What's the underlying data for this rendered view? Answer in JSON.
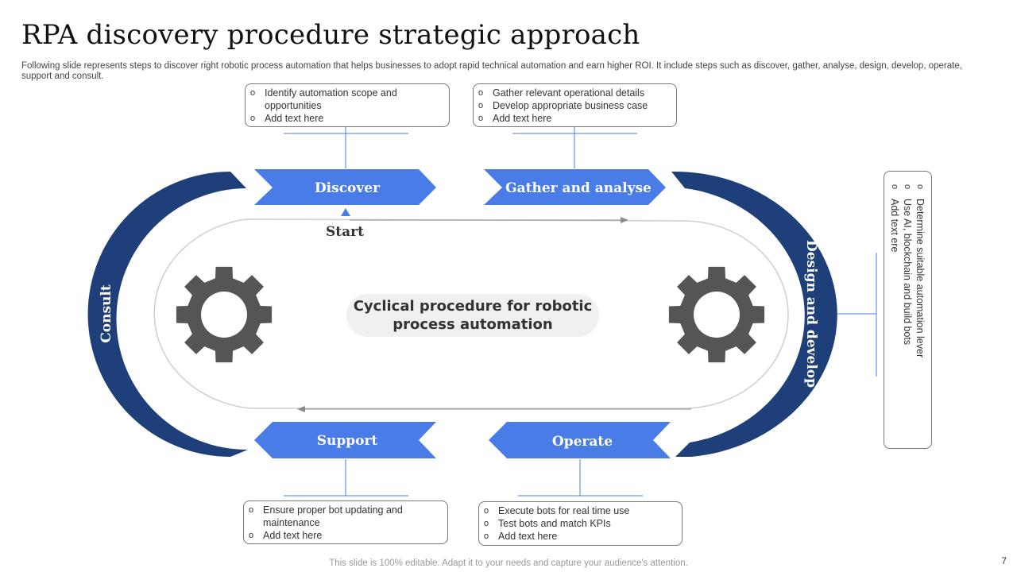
{
  "header": {
    "title": "RPA discovery procedure strategic approach",
    "subtitle": "Following slide represents steps to discover right robotic process automation that helps businesses to adopt rapid technical automation and earn higher ROI. It include steps such as discover, gather, analyse, design, develop, operate, support and consult."
  },
  "steps": {
    "discover": "Discover",
    "gather": "Gather and analyse",
    "design": "Design and develop",
    "operate": "Operate",
    "support": "Support",
    "consult": "Consult",
    "start": "Start"
  },
  "center_label": "Cyclical procedure for robotic process automation",
  "boxes": {
    "discover": [
      "Identify automation scope and opportunities",
      "Add text here"
    ],
    "gather": [
      "Gather relevant  operational details",
      "Develop  appropriate  business case",
      "Add text here"
    ],
    "design": [
      "Determine  suitable automation lever",
      "Use AI, blockchain and build bots",
      "Add text ere"
    ],
    "support": [
      "Ensure proper bot updating and maintenance",
      "Add text here"
    ],
    "operate": [
      "Execute bots for real time use",
      "Test bots and match KPIs",
      "Add text here"
    ]
  },
  "colors": {
    "dark_blue": "#1f3f7a",
    "light_blue": "#4a7ce8",
    "gear": "#555555"
  },
  "icons": [
    "gear-icon",
    "gear-icon"
  ],
  "footer": "This slide is 100% editable. Adapt it to your needs and capture your audience's attention.",
  "page_number": "7"
}
